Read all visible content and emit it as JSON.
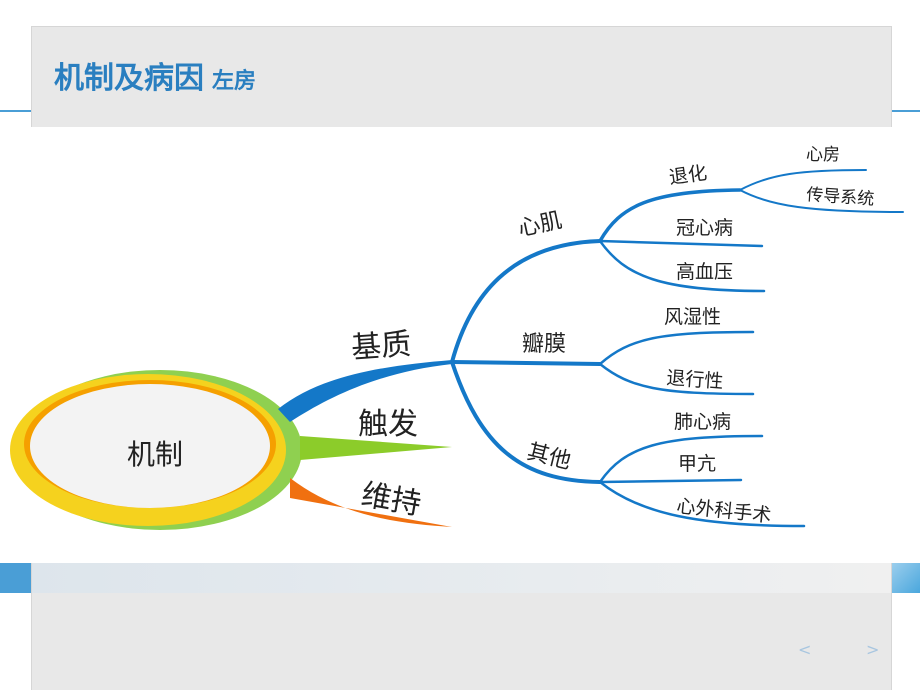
{
  "header": {
    "title": "机制及病因",
    "subtitle": "左房"
  },
  "mindmap": {
    "root": "机制",
    "branches": [
      {
        "label": "基质",
        "color": "#1478c8"
      },
      {
        "label": "触发",
        "color": "#8ccc2a"
      },
      {
        "label": "维持",
        "color": "#f07010"
      }
    ],
    "substrate": {
      "myocardium": {
        "label": "心肌",
        "degeneration": {
          "label": "退化",
          "children": [
            "心房",
            "传导系统"
          ]
        },
        "others": [
          "冠心病",
          "高血压"
        ]
      },
      "valve": {
        "label": "瓣膜",
        "children": [
          "风湿性",
          "退行性"
        ]
      },
      "other": {
        "label": "其他",
        "children": [
          "肺心病",
          "甲亢",
          "心外科手术"
        ]
      }
    }
  },
  "nav": {
    "prev": "<",
    "next": ">"
  }
}
